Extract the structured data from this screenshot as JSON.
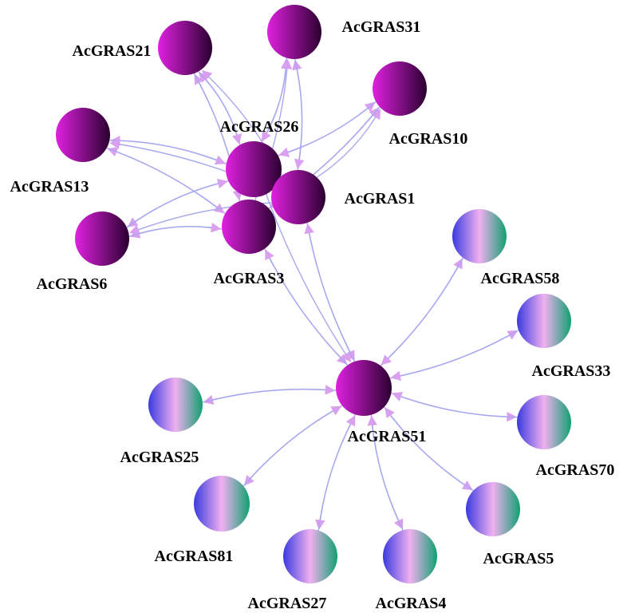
{
  "colors": {
    "edge": "#a8a8f0",
    "arrow": "#d8a0ee",
    "hub_light": "#e020e0",
    "hub_dark": "#2a0030",
    "leaf_blue": "#3a3ae0",
    "leaf_pink": "#f0b0f0",
    "leaf_green": "#10a070"
  },
  "nodes": [
    {
      "id": "AcGRAS21",
      "label": "AcGRAS21",
      "kind": "hub"
    },
    {
      "id": "AcGRAS31",
      "label": "AcGRAS31",
      "kind": "hub"
    },
    {
      "id": "AcGRAS10",
      "label": "AcGRAS10",
      "kind": "hub"
    },
    {
      "id": "AcGRAS13",
      "label": "AcGRAS13",
      "kind": "hub"
    },
    {
      "id": "AcGRAS26",
      "label": "AcGRAS26",
      "kind": "hub"
    },
    {
      "id": "AcGRAS1",
      "label": "AcGRAS1",
      "kind": "hub"
    },
    {
      "id": "AcGRAS6",
      "label": "AcGRAS6",
      "kind": "hub"
    },
    {
      "id": "AcGRAS3",
      "label": "AcGRAS3",
      "kind": "hub"
    },
    {
      "id": "AcGRAS51",
      "label": "AcGRAS51",
      "kind": "hub"
    },
    {
      "id": "AcGRAS58",
      "label": "AcGRAS58",
      "kind": "leaf"
    },
    {
      "id": "AcGRAS33",
      "label": "AcGRAS33",
      "kind": "leaf"
    },
    {
      "id": "AcGRAS70",
      "label": "AcGRAS70",
      "kind": "leaf"
    },
    {
      "id": "AcGRAS25",
      "label": "AcGRAS25",
      "kind": "leaf"
    },
    {
      "id": "AcGRAS5",
      "label": "AcGRAS5",
      "kind": "leaf"
    },
    {
      "id": "AcGRAS81",
      "label": "AcGRAS81",
      "kind": "leaf"
    },
    {
      "id": "AcGRAS27",
      "label": "AcGRAS27",
      "kind": "leaf"
    },
    {
      "id": "AcGRAS4",
      "label": "AcGRAS4",
      "kind": "leaf"
    }
  ],
  "edges": [
    [
      "AcGRAS26",
      "AcGRAS21"
    ],
    [
      "AcGRAS21",
      "AcGRAS26"
    ],
    [
      "AcGRAS3",
      "AcGRAS21"
    ],
    [
      "AcGRAS1",
      "AcGRAS21"
    ],
    [
      "AcGRAS21",
      "AcGRAS3"
    ],
    [
      "AcGRAS26",
      "AcGRAS31"
    ],
    [
      "AcGRAS31",
      "AcGRAS26"
    ],
    [
      "AcGRAS3",
      "AcGRAS31"
    ],
    [
      "AcGRAS1",
      "AcGRAS31"
    ],
    [
      "AcGRAS31",
      "AcGRAS1"
    ],
    [
      "AcGRAS26",
      "AcGRAS10"
    ],
    [
      "AcGRAS10",
      "AcGRAS26"
    ],
    [
      "AcGRAS3",
      "AcGRAS10"
    ],
    [
      "AcGRAS1",
      "AcGRAS10"
    ],
    [
      "AcGRAS10",
      "AcGRAS3"
    ],
    [
      "AcGRAS26",
      "AcGRAS13"
    ],
    [
      "AcGRAS13",
      "AcGRAS26"
    ],
    [
      "AcGRAS3",
      "AcGRAS13"
    ],
    [
      "AcGRAS1",
      "AcGRAS13"
    ],
    [
      "AcGRAS13",
      "AcGRAS3"
    ],
    [
      "AcGRAS26",
      "AcGRAS6"
    ],
    [
      "AcGRAS6",
      "AcGRAS26"
    ],
    [
      "AcGRAS3",
      "AcGRAS6"
    ],
    [
      "AcGRAS1",
      "AcGRAS6"
    ],
    [
      "AcGRAS6",
      "AcGRAS3"
    ],
    [
      "AcGRAS3",
      "AcGRAS51"
    ],
    [
      "AcGRAS26",
      "AcGRAS51"
    ],
    [
      "AcGRAS1",
      "AcGRAS51"
    ],
    [
      "AcGRAS51",
      "AcGRAS1"
    ],
    [
      "AcGRAS51",
      "AcGRAS3"
    ],
    [
      "AcGRAS51",
      "AcGRAS58"
    ],
    [
      "AcGRAS58",
      "AcGRAS51"
    ],
    [
      "AcGRAS51",
      "AcGRAS33"
    ],
    [
      "AcGRAS33",
      "AcGRAS51"
    ],
    [
      "AcGRAS51",
      "AcGRAS70"
    ],
    [
      "AcGRAS70",
      "AcGRAS51"
    ],
    [
      "AcGRAS51",
      "AcGRAS25"
    ],
    [
      "AcGRAS25",
      "AcGRAS51"
    ],
    [
      "AcGRAS51",
      "AcGRAS5"
    ],
    [
      "AcGRAS5",
      "AcGRAS51"
    ],
    [
      "AcGRAS51",
      "AcGRAS81"
    ],
    [
      "AcGRAS81",
      "AcGRAS51"
    ],
    [
      "AcGRAS51",
      "AcGRAS27"
    ],
    [
      "AcGRAS27",
      "AcGRAS51"
    ],
    [
      "AcGRAS51",
      "AcGRAS4"
    ],
    [
      "AcGRAS4",
      "AcGRAS51"
    ]
  ]
}
